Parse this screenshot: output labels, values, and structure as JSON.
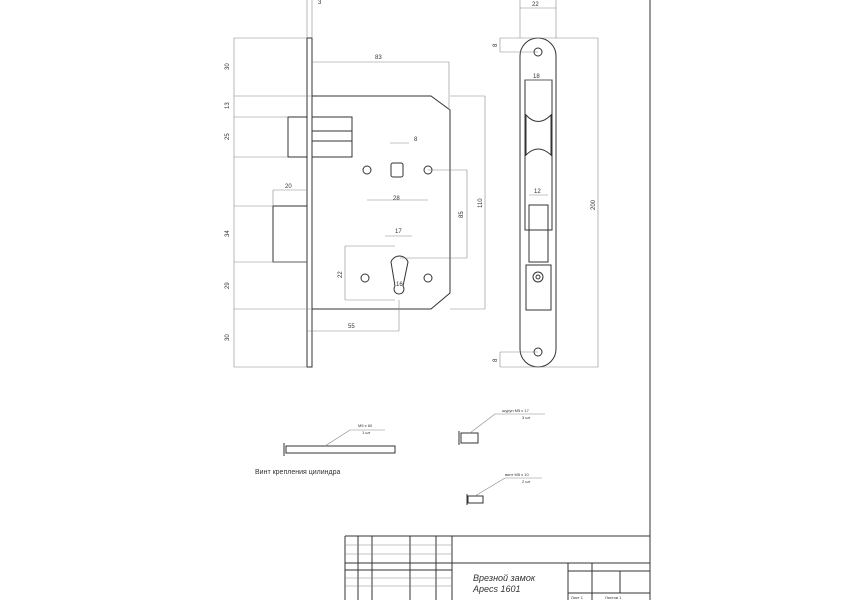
{
  "title_block": {
    "name": "Врезной замок",
    "model": "Apecs 1601",
    "sheet": "Лист 1",
    "sheets": "Листов 1"
  },
  "dimensions": {
    "plate_thickness": "3",
    "top": "30",
    "backset_body": "83",
    "gap": "13",
    "latch": "25",
    "spindle": "8",
    "spindle_holes": "28",
    "bolt_throw": "20",
    "body_height": "110",
    "center": "85",
    "cyl_width": "17",
    "cyl_height": "22",
    "cyl_pin": "16",
    "backset": "55",
    "bolt": "34",
    "lower": "29",
    "bottom": "30",
    "faceplate_width": "22",
    "hole_offset_top": "8",
    "latch_window": "18",
    "bolt_window": "12",
    "faceplate_length": "200",
    "hole_offset_bottom": "8"
  },
  "parts": {
    "cylinder_screw_label": "M5 x 60",
    "cylinder_screw_qty": "1 шт",
    "cylinder_screw_caption": "Винт крепления цилиндра",
    "screw_a_label": "шуруп M5 x 17",
    "screw_a_qty": "3 шт",
    "screw_b_label": "винт M5 x 10",
    "screw_b_qty": "2 шт"
  }
}
